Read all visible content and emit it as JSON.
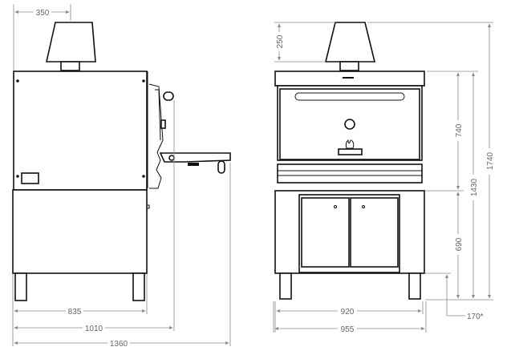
{
  "views": {
    "side": {
      "dimensions": {
        "hood_offset": "350",
        "body_depth": "835",
        "door_open_depth": "1010",
        "tray_open_depth": "1360"
      }
    },
    "front": {
      "dimensions": {
        "hood_height": "250",
        "oven_height": "740",
        "body_height": "1430",
        "total_height": "1740",
        "base_height": "690",
        "leg_height": "170*",
        "body_width": "920",
        "total_width": "955"
      }
    }
  }
}
